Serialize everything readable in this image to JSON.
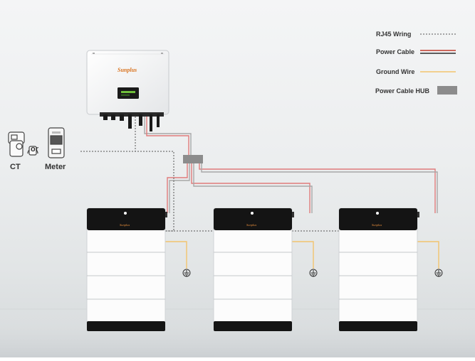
{
  "legend": {
    "rj45": {
      "label": "RJ45 Wring",
      "color": "#555555"
    },
    "power": {
      "label": "Power Cable",
      "color": "#c0392b"
    },
    "ground": {
      "label": "Ground Wire",
      "color": "#f2c46d"
    },
    "hub": {
      "label": "Power Cable HUB",
      "color": "#8c8c8c"
    }
  },
  "inverter": {
    "brand": "Sunplus"
  },
  "devices": {
    "ct_label": "CT",
    "or_label": "or",
    "meter_label": "Meter"
  },
  "batteries": [
    {
      "brand": "Sunplus"
    },
    {
      "brand": "Sunplus"
    },
    {
      "brand": "Sunplus"
    }
  ]
}
